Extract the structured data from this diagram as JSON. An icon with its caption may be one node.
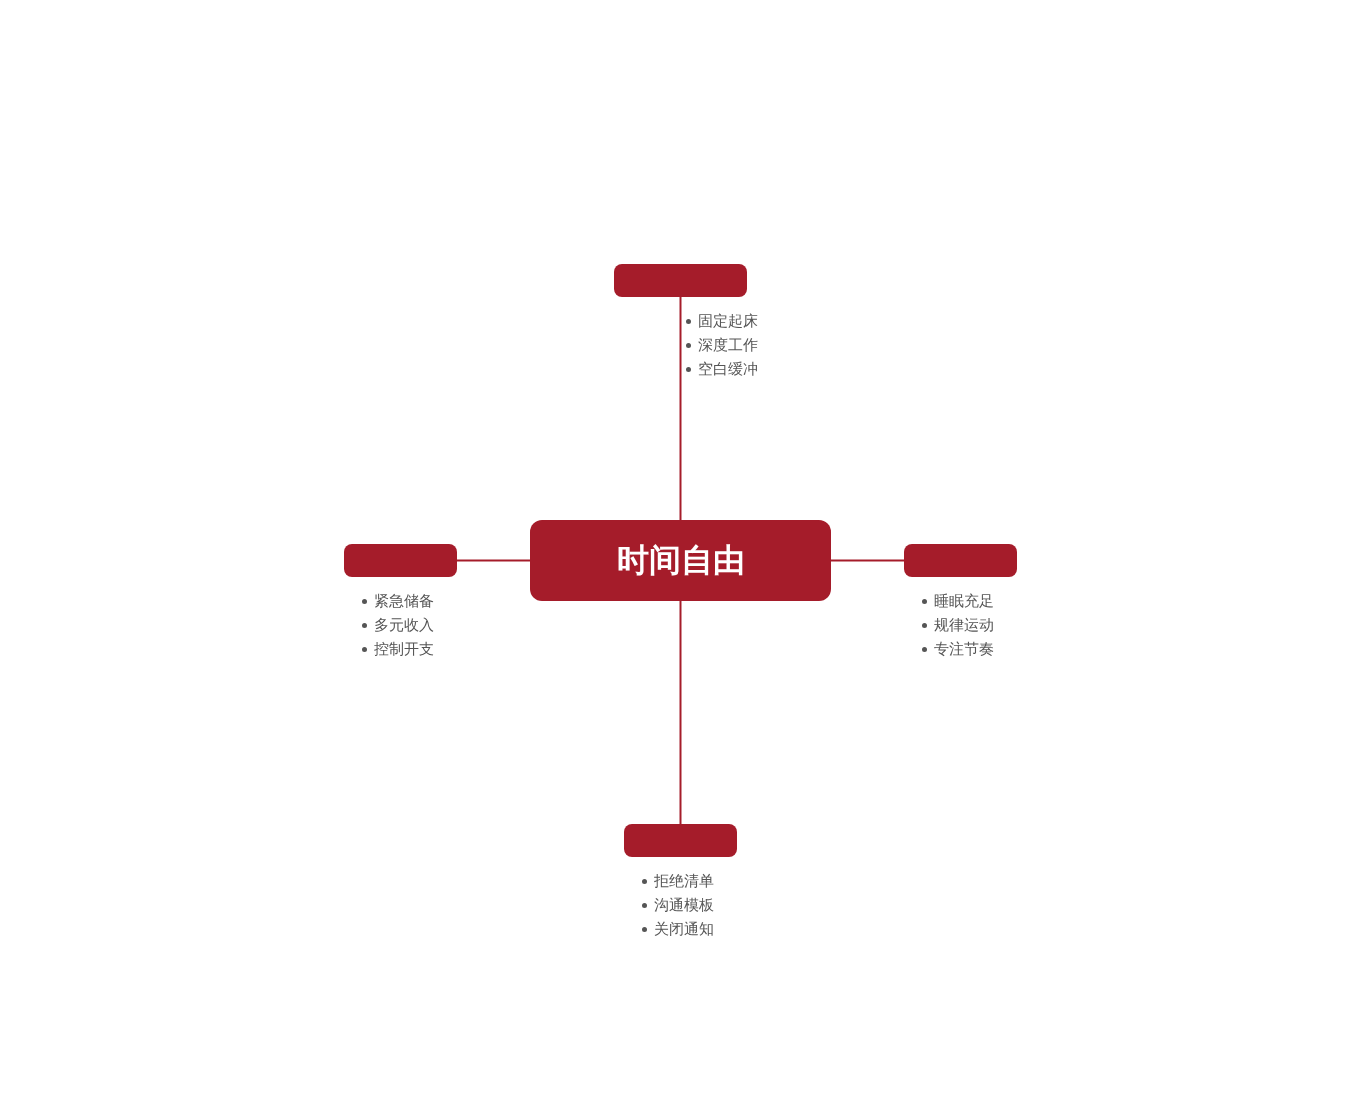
{
  "diagram": {
    "nodes": [
      {
        "text": [
          "时间自由"
        ]
      },
      {
        "text": [],
        "shape": "box",
        "beside": [
          "固定起床",
          "深度工作",
          "空白缓冲"
        ]
      },
      {
        "text": [],
        "shape": "box",
        "beside": [
          "紧急储备",
          "多元收入",
          "控制开支"
        ]
      },
      {
        "text": [],
        "shape": "box",
        "beside": [
          "睡眠充足",
          "规律运动",
          "专注节奏"
        ]
      },
      {
        "text": [],
        "shape": "box",
        "beside": [
          "拒绝清单",
          "沟通模板",
          "关闭通知"
        ]
      }
    ],
    "edges": [
      {
        "from": 0,
        "to": 1,
        "arrow": "none"
      },
      {
        "from": 0,
        "to": 2,
        "arrow": "none"
      },
      {
        "from": 0,
        "to": 3,
        "arrow": "none"
      },
      {
        "from": 0,
        "to": 4,
        "arrow": "none"
      }
    ]
  }
}
